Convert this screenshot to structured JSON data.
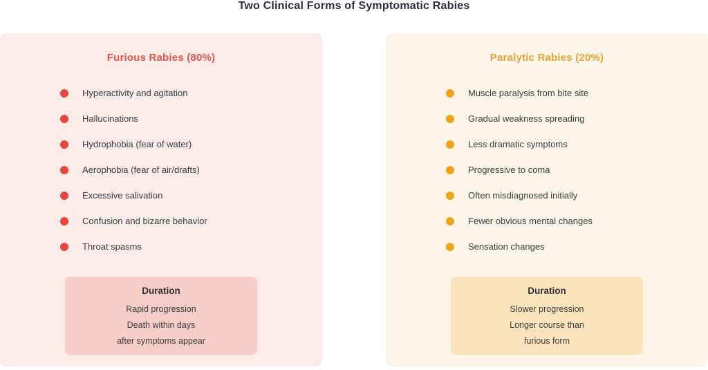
{
  "title": "Two Clinical Forms of Symptomatic Rabies",
  "title_color": "#2b2e3a",
  "panels": [
    {
      "id": "furious",
      "heading": "Furious Rabies (80%)",
      "accent_color": "#dc574c",
      "bullet_color": "#e8463a",
      "panel_bg": "#fbecea",
      "duration_box_bg": "#f7cdc8",
      "items": [
        "Hyperactivity and agitation",
        "Hallucinations",
        "Hydrophobia (fear of water)",
        "Aerophobia (fear of air/drafts)",
        "Excessive salivation",
        "Confusion and bizarre behavior",
        "Throat spasms"
      ],
      "duration": {
        "title": "Duration",
        "lines": [
          "Rapid progression",
          "Death within days",
          "after symptoms appear"
        ]
      }
    },
    {
      "id": "paralytic",
      "heading": "Paralytic Rabies (20%)",
      "accent_color": "#e7a33c",
      "bullet_color": "#f0a21b",
      "panel_bg": "#fdf5e8",
      "duration_box_bg": "#fbe3bc",
      "items": [
        "Muscle paralysis from bite site",
        "Gradual weakness spreading",
        "Less dramatic symptoms",
        "Progressive to coma",
        "Often misdiagnosed initially",
        "Fewer obvious mental changes",
        "Sensation changes"
      ],
      "duration": {
        "title": "Duration",
        "lines": [
          "Slower progression",
          "Longer course than",
          "furious form"
        ]
      }
    }
  ]
}
